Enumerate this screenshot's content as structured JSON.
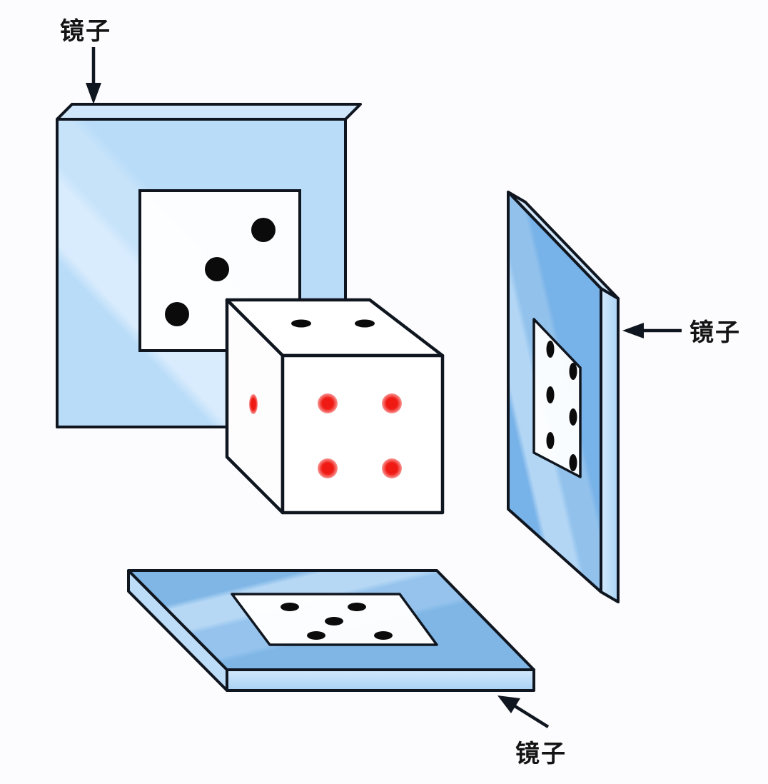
{
  "diagram": {
    "title": "Dice reflected in three mutually perpendicular mirrors",
    "background_color": "#fcfcfe",
    "stroke_color": "#10161f",
    "labels": {
      "top_mirror_label": "镜子",
      "right_mirror_label": "镜子",
      "bottom_mirror_label": "镜子"
    }
  },
  "colors": {
    "mirror_back_face": "#b9dcf8",
    "mirror_back_highlight": "#d7ebfc",
    "mirror_back_edge": "#a4cdf0",
    "mirror_side_face": "#77b2e8",
    "mirror_side_highlight": "#a9d2f4",
    "mirror_side_edge": "#bcdcf7",
    "mirror_floor_face": "#7fb6e6",
    "mirror_floor_highlight": "#a9d2f4",
    "mirror_floor_edge": "#bfddf7",
    "die_face": "#ffffff",
    "die_shade": "#fdfdfd",
    "pip_red": "#f01a14",
    "pip_black": "#0b0b0b",
    "outline": "#10161f",
    "label_text": "#141414"
  },
  "objects": {
    "die": {
      "name": "die",
      "visible_faces": [
        {
          "face": "front",
          "value": 4,
          "pip_color": "#f01a14"
        },
        {
          "face": "top",
          "value": 2,
          "pip_color": "#0b0b0b"
        },
        {
          "face": "left",
          "value": 1,
          "pip_color": "#f01a14"
        }
      ]
    },
    "mirrors": [
      {
        "id": "back-mirror",
        "position": "back",
        "label": "镜子",
        "reflected_face_value": 3,
        "reflected_pip_color": "#0b0b0b",
        "arrow_direction": "down"
      },
      {
        "id": "right-mirror",
        "position": "right",
        "label": "镜子",
        "reflected_face_value": 6,
        "reflected_pip_color": "#0b0b0b",
        "arrow_direction": "left"
      },
      {
        "id": "bottom-mirror",
        "position": "bottom",
        "label": "镜子",
        "reflected_face_value": 5,
        "reflected_pip_color": "#0b0b0b",
        "arrow_direction": "up-left"
      }
    ]
  }
}
